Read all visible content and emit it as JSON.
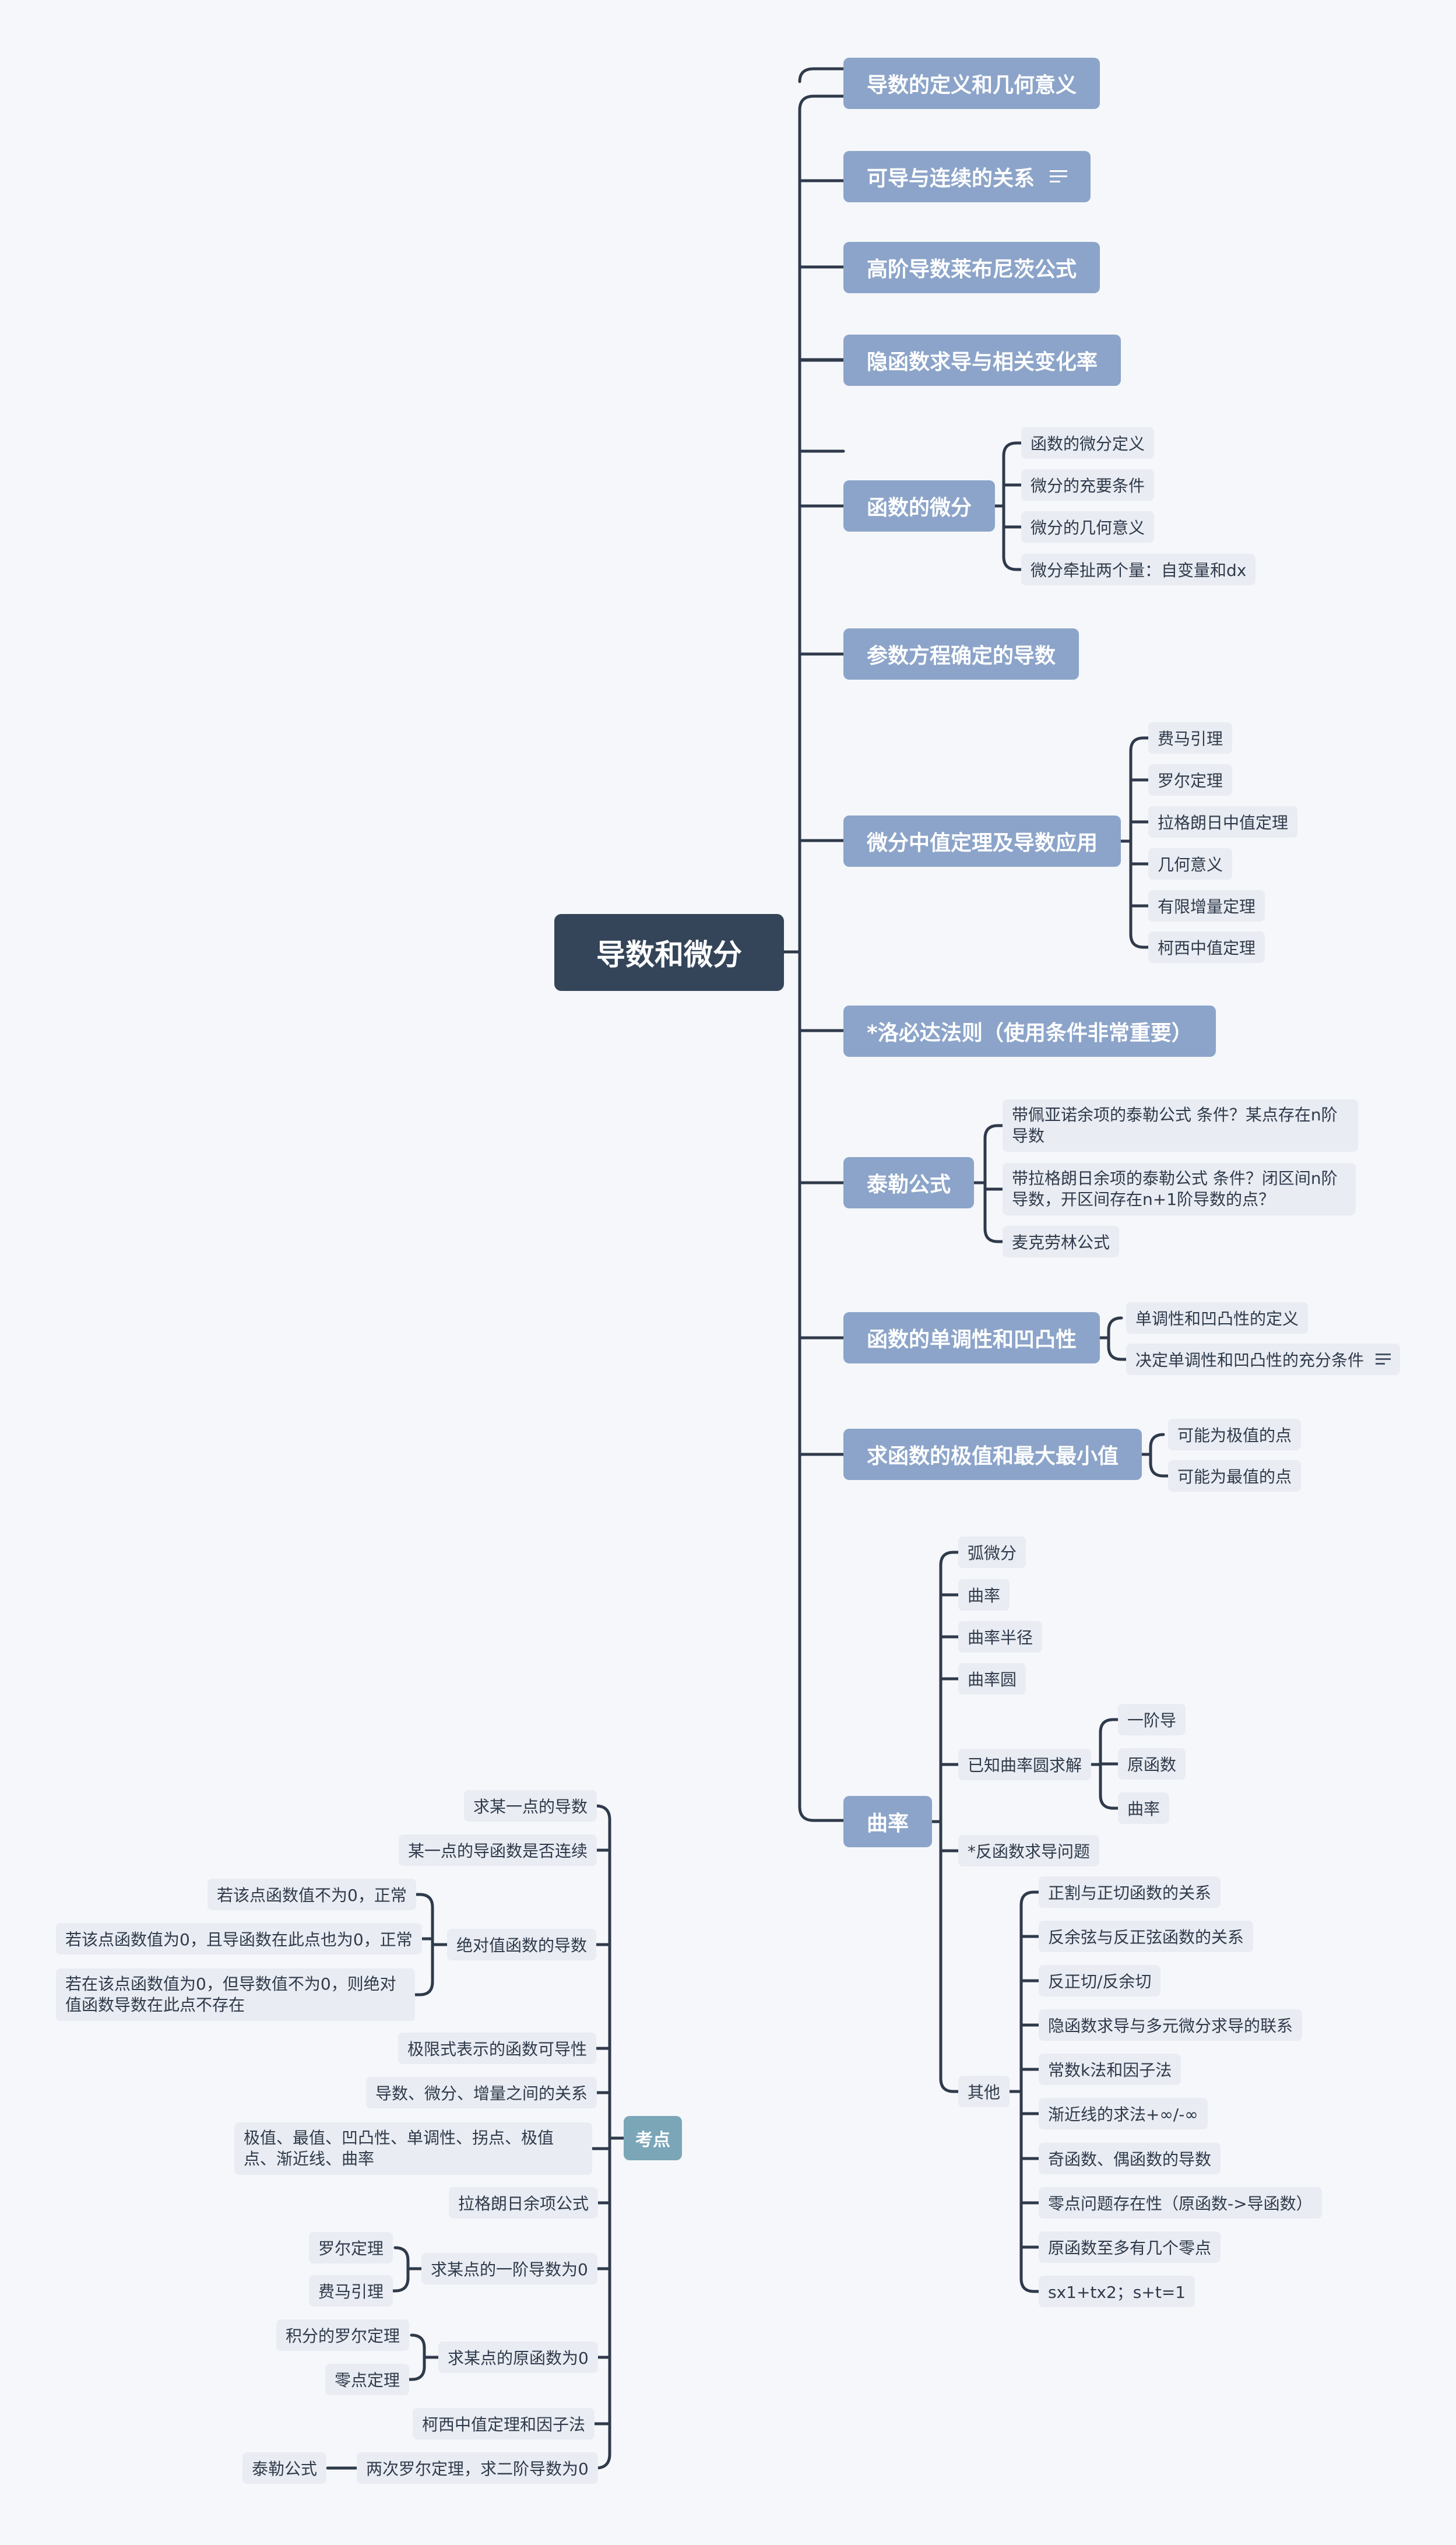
{
  "root": "导数和微分",
  "branches": [
    {
      "label": "导数的定义和几何意义"
    },
    {
      "label": "可导与连续的关系"
    },
    {
      "label": "高阶导数莱布尼茨公式"
    },
    {
      "label": "隐函数求导与相关变化率"
    },
    {
      "label": "函数的微分",
      "children": [
        "函数的微分定义",
        "微分的充要条件",
        "微分的几何意义",
        "微分牵扯两个量：自变量和dx"
      ]
    },
    {
      "label": "参数方程确定的导数"
    },
    {
      "label": "微分中值定理及导数应用",
      "children": [
        "费马引理",
        "罗尔定理",
        "拉格朗日中值定理",
        "几何意义",
        "有限增量定理",
        "柯西中值定理"
      ]
    },
    {
      "label": "*洛必达法则（使用条件非常重要）"
    },
    {
      "label": "泰勒公式",
      "children": [
        "带佩亚诺余项的泰勒公式  条件？某点存在n阶导数",
        "带拉格朗日余项的泰勒公式 条件？闭区间n阶导数，开区间存在n+1阶导数的点？",
        "麦克劳林公式"
      ]
    },
    {
      "label": "函数的单调性和凹凸性",
      "children": [
        "单调性和凹凸性的定义",
        "决定单调性和凹凸性的充分条件"
      ]
    },
    {
      "label": "求函数的极值和最大最小值",
      "children": [
        "可能为极值的点",
        "可能为最值的点"
      ]
    },
    {
      "label": "曲率"
    }
  ],
  "curvature": {
    "items": [
      "弧微分",
      "曲率",
      "曲率半径",
      "曲率圆",
      "已知曲率圆求解",
      "*反函数求导问题",
      "其他"
    ],
    "solve_children": [
      "一阶导",
      "原函数",
      "曲率"
    ],
    "other_children": [
      "正割与正切函数的关系",
      "反余弦与反正弦函数的关系",
      "反正切/反余切",
      "隐函数求导与多元微分求导的联系",
      "常数k法和因子法",
      "渐近线的求法+∞/-∞",
      "奇函数、偶函数的导数",
      "零点问题存在性（原函数->导函数）",
      "原函数至多有几个零点",
      "sx1+tx2；s+t=1"
    ]
  },
  "kaodian": {
    "label": "考点",
    "items": [
      "求某一点的导数",
      "某一点的导函数是否连续",
      "绝对值函数的导数",
      "极限式表示的函数可导性",
      "导数、微分、增量之间的关系",
      "极值、最值、凹凸性、单调性、拐点、极值点、渐近线、曲率",
      "拉格朗日余项公式",
      "求某点的一阶导数为0",
      "求某点的原函数为0",
      "柯西中值定理和因子法",
      "两次罗尔定理，求二阶导数为0"
    ],
    "abs_children": [
      "若该点函数值不为0，正常",
      "若该点函数值为0，且导函数在此点也为0，正常",
      "若在该点函数值为0，但导数值不为0，则绝对值函数导数在此点不存在"
    ],
    "first_deriv_children": [
      "罗尔定理",
      "费马引理"
    ],
    "primitive_children": [
      "积分的罗尔定理",
      "零点定理"
    ],
    "taylor_child": "泰勒公式"
  },
  "colors": {
    "root": "#344559",
    "branch": "#8ca4c9",
    "kaodian": "#7aa6b8",
    "leaf": "#e9ecf2",
    "line": "#2f3a4b"
  }
}
